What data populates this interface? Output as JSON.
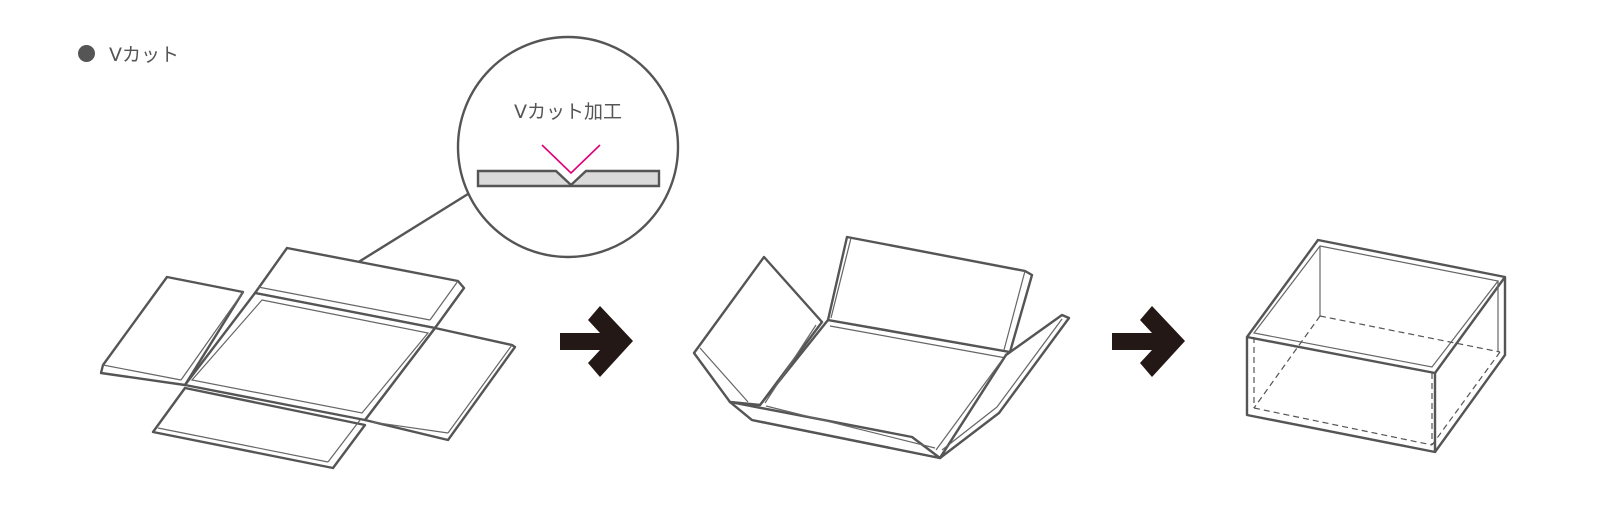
{
  "legend": {
    "label": "Vカット",
    "marker_color": "#555555"
  },
  "callout": {
    "label": "Vカット加工",
    "v_mark_color": "#e0007a",
    "board_color": "#d9dad9"
  },
  "arrow_color": "#231815",
  "steps": [
    "flat-board",
    "folding",
    "assembled-box"
  ]
}
